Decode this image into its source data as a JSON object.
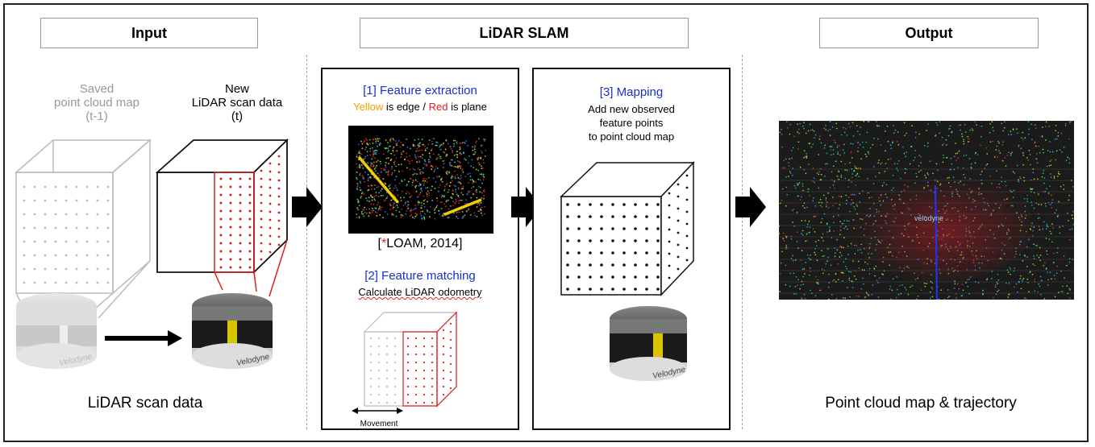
{
  "headers": {
    "input": "Input",
    "slam": "LiDAR SLAM",
    "output": "Output"
  },
  "input": {
    "saved_map_label": "Saved\npoint cloud map\n(t-1)",
    "new_scan_label": "New\nLiDAR scan data\n(t)",
    "caption": "LiDAR scan data",
    "sensor_brand": "Velodyne"
  },
  "slam": {
    "step1": {
      "title": "[1] Feature extraction",
      "subtitle_yellow": "Yellow",
      "subtitle_mid": " is edge / ",
      "subtitle_red": "Red",
      "subtitle_end": " is plane",
      "citation_open": "[",
      "citation_star": "*",
      "citation_rest": "LOAM, 2014]"
    },
    "step2": {
      "title": "[2] Feature matching",
      "subtitle": "Calculate LiDAR odometry",
      "movement_label": "Movement"
    },
    "step3": {
      "title": "[3] Mapping",
      "subtitle": "Add new observed\nfeature points\nto point cloud map",
      "sensor_brand": "Velodyne"
    }
  },
  "output": {
    "caption": "Point cloud map & trajectory",
    "image_label": "velodyne"
  },
  "colors": {
    "title_blue": "#1a2ecf",
    "edge_yellow": "#f0a000",
    "plane_red": "#e02020",
    "divider": "#8aa7c9"
  },
  "icons": {
    "arrow": "black-right-arrow",
    "sensor": "lidar-sensor-icon"
  }
}
